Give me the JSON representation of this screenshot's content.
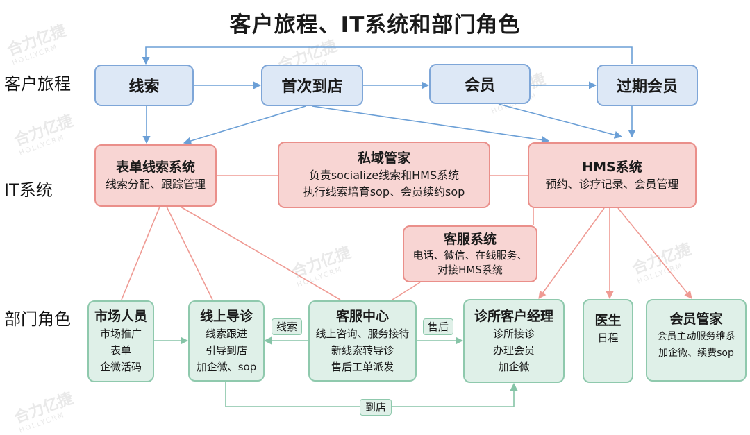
{
  "title": "客户旅程、IT系统和部门角色",
  "rows": {
    "journey": "客户旅程",
    "it": "IT系统",
    "dept": "部门角色"
  },
  "journey": {
    "lead": "线索",
    "first_visit": "首次到店",
    "member": "会员",
    "expired": "过期会员"
  },
  "systems": {
    "form": {
      "title": "表单线索系统",
      "desc": [
        "线索分配、跟踪管理"
      ]
    },
    "private": {
      "title": "私域管家",
      "desc": [
        "负责socialize线索和HMS系统",
        "执行线索培育sop、会员续约sop"
      ]
    },
    "hms": {
      "title": "HMS系统",
      "desc": [
        "预约、诊疗记录、会员管理"
      ]
    },
    "cs": {
      "title": "客服系统",
      "desc": [
        "电话、微信、在线服务、",
        "对接HMS系统"
      ]
    }
  },
  "departments": {
    "marketing": {
      "title": "市场人员",
      "desc": [
        "市场推广",
        "表单",
        "企微活码"
      ]
    },
    "online_guide": {
      "title": "线上导诊",
      "desc": [
        "线索跟进",
        "引导到店",
        "加企微、sop"
      ]
    },
    "cs_center": {
      "title": "客服中心",
      "desc": [
        "线上咨询、服务接待",
        "新线索转导诊",
        "售后工单派发"
      ]
    },
    "clinic_manager": {
      "title": "诊所客户经理",
      "desc": [
        "诊所接诊",
        "办理会员",
        "加企微"
      ]
    },
    "doctor": {
      "title": "医生",
      "desc": [
        "日程"
      ]
    },
    "member_manager": {
      "title": "会员管家",
      "desc": [
        "会员主动服务维系",
        "加企微、续费sop"
      ]
    }
  },
  "edge_labels": {
    "lead": "线索",
    "after_sales": "售后",
    "to_store": "到店"
  },
  "colors": {
    "blue_line": "#6b9fd6",
    "red_line": "#ef9a93",
    "green_line": "#86c4a7"
  },
  "watermark": {
    "brand": "合力亿捷",
    "sub": "HOLLYCRM"
  }
}
